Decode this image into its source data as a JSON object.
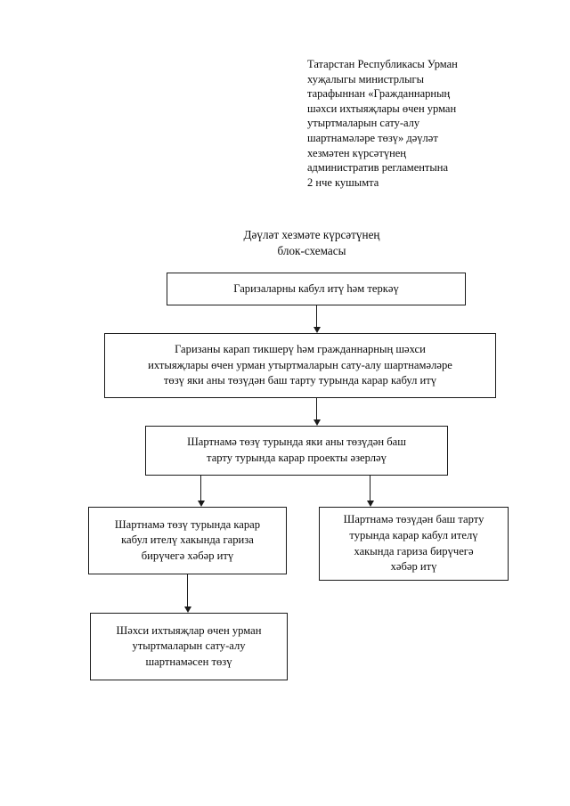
{
  "document": {
    "header_note": "Татарстан Республикасы Урман\nхуҗалыгы министрлыгы\nтарафыннан «Гражданнарның\nшәхси ихтыяҗлары өчен урман\nутыртмаларын сату-алу\nшартнамәләре төзү» дәүләт\nхезмәтен күрсәтүнең\nадминистратив регламентына\n2 нче кушымта",
    "chart_title": "Дәүләт хезмәте күрсәтүнең\nблок-схемасы"
  },
  "flowchart": {
    "nodes": [
      {
        "id": "node-1",
        "text": "Гаризаларны кабул итү һәм теркәү"
      },
      {
        "id": "node-2",
        "text": "Гаризаны карап тикшерү һәм гражданнарның шәхси\nихтыяҗлары өчен урман утыртмаларын сату-алу шартнамәләре\nтөзү яки аны төзүдән баш тарту турында карар кабул итү"
      },
      {
        "id": "node-3",
        "text": "Шартнамә төзү турында яки аны төзүдән баш\nтарту турында карар проекты әзерләү"
      },
      {
        "id": "node-4",
        "text": "Шартнамә төзү турында карар\nкабул ителү хакында гариза\nбирүчегә хәбәр итү"
      },
      {
        "id": "node-5",
        "text": "Шартнамә төзүдән баш тарту\nтурында карар кабул ителү\nхакында гариза бирүчегә\nхәбәр итү"
      },
      {
        "id": "node-6",
        "text": "Шәхси ихтыяҗлар өчен урман\nутыртмаларын сату-алу\nшартнамәсен төзү"
      }
    ],
    "connectors": [
      {
        "id": "conn-1",
        "from": "node-1",
        "to": "node-2"
      },
      {
        "id": "conn-2",
        "from": "node-2",
        "to": "node-3"
      },
      {
        "id": "conn-3",
        "from": "node-3",
        "to": "node-4"
      },
      {
        "id": "conn-4",
        "from": "node-3",
        "to": "node-5"
      },
      {
        "id": "conn-5",
        "from": "node-4",
        "to": "node-6"
      }
    ]
  },
  "colors": {
    "page_background": "#ffffff",
    "text": "#0a0a0a",
    "border": "#1a1a1a"
  }
}
